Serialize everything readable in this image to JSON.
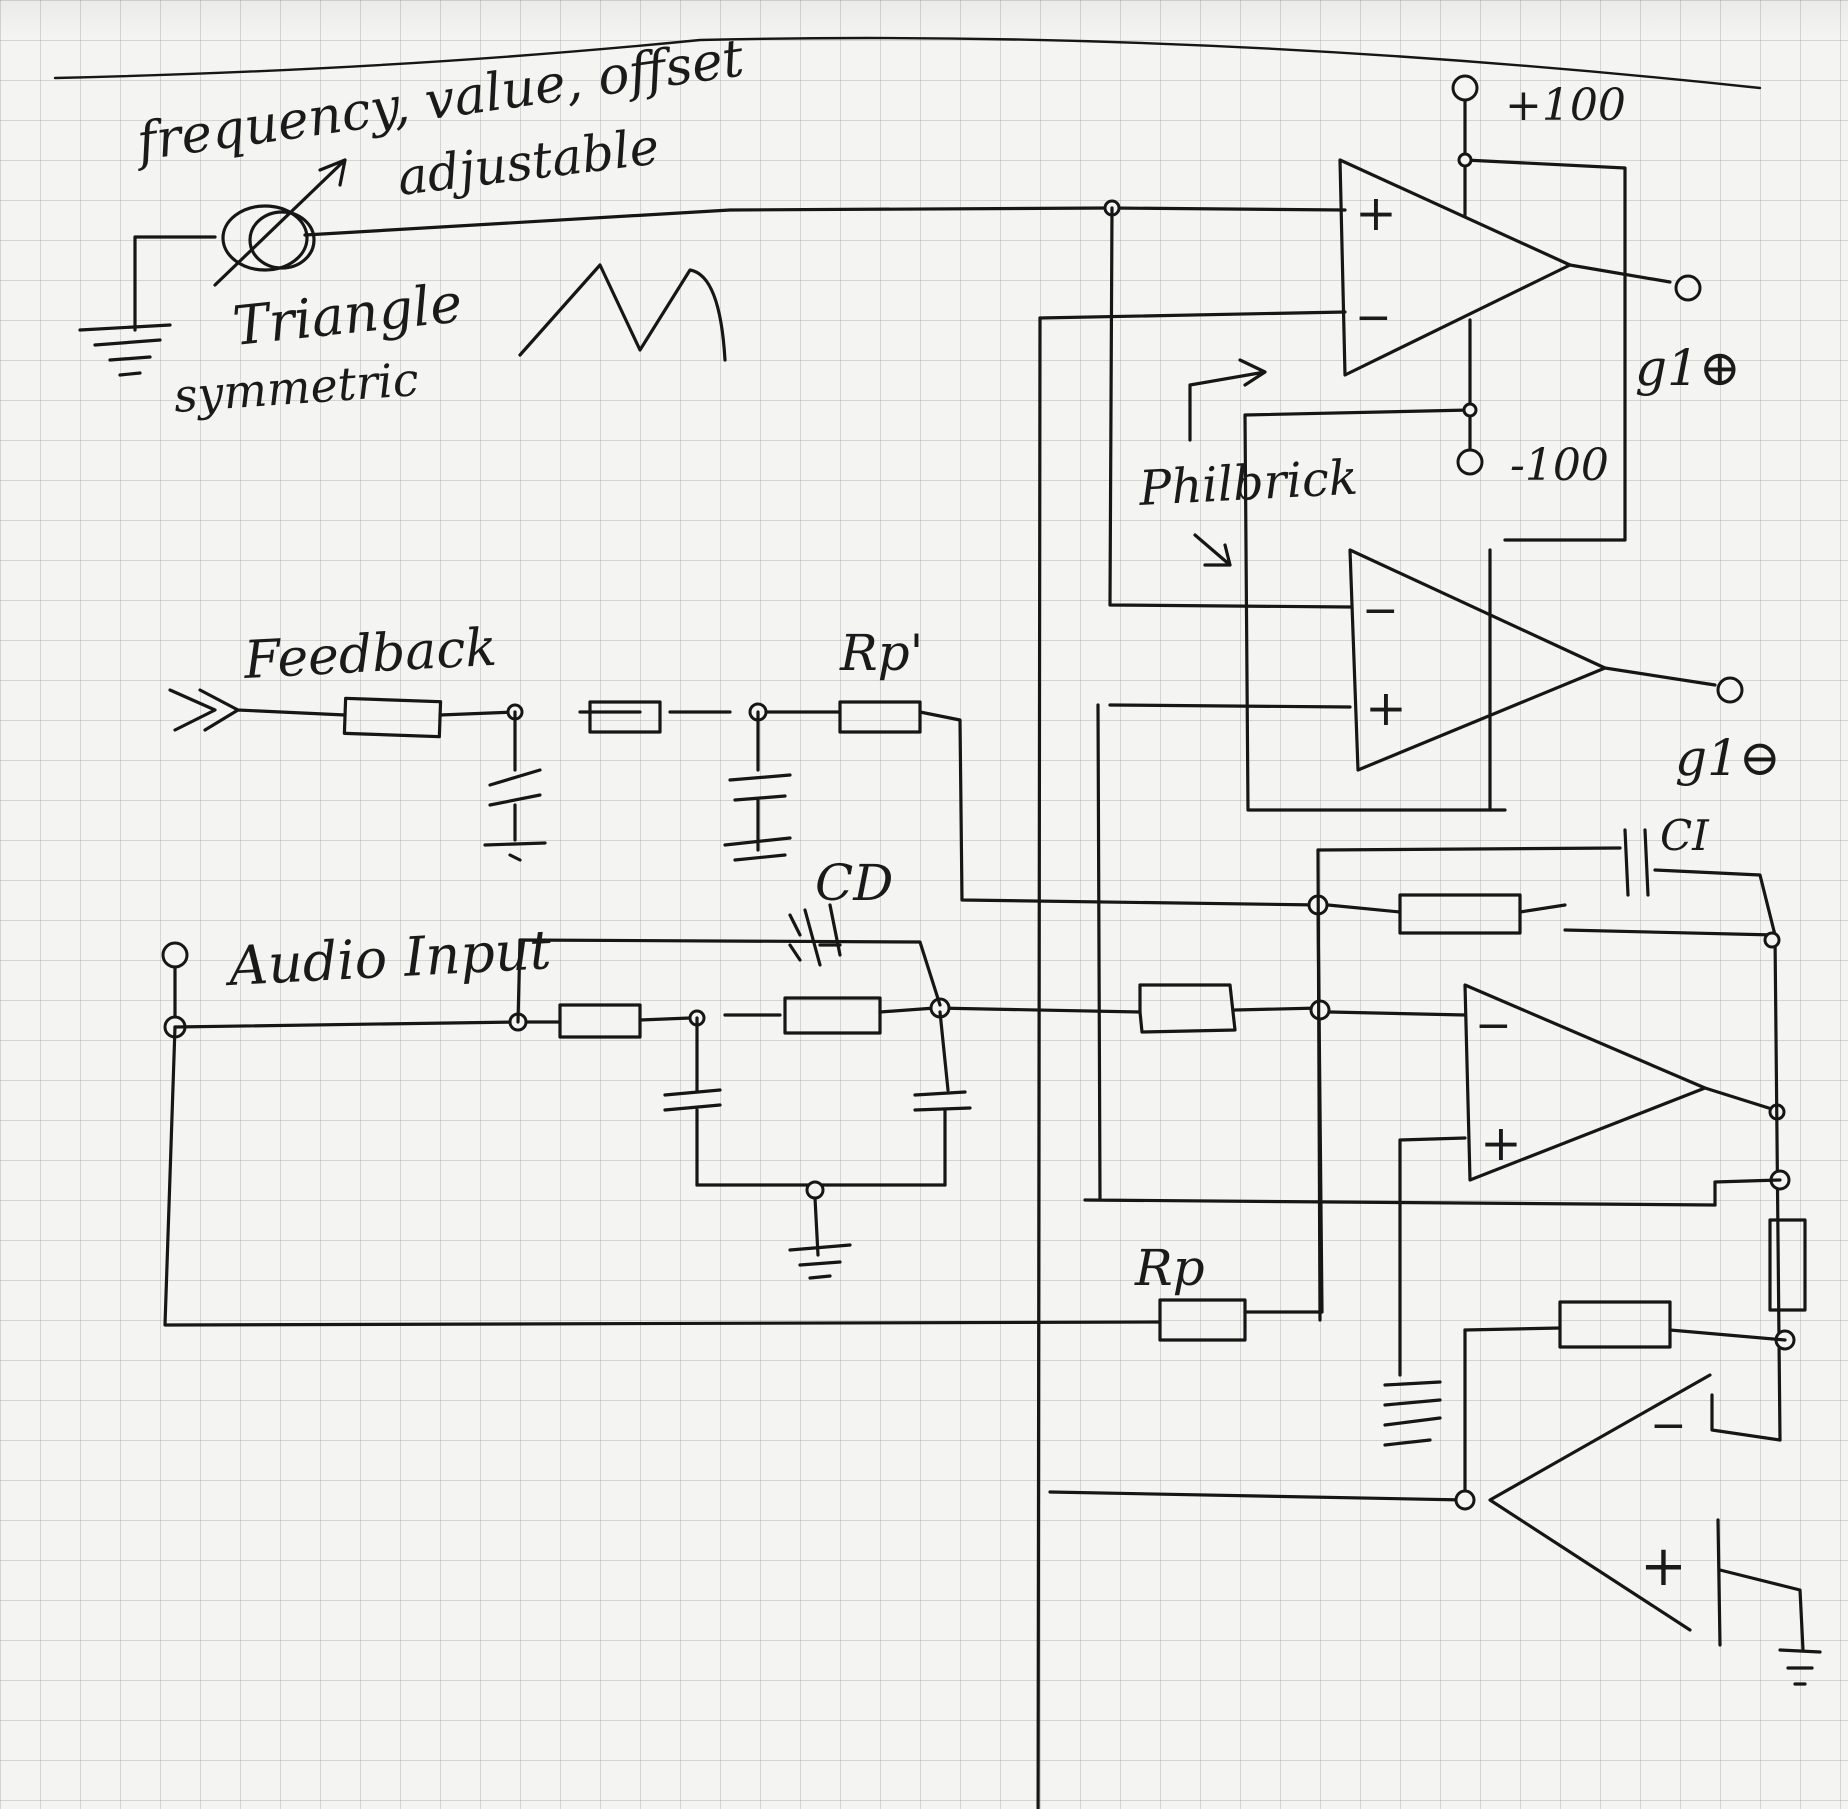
{
  "annotations": {
    "top_note_line1": "frequency, value, offset",
    "top_note_line2": "adjustable",
    "triangle_label": "Triangle",
    "symmetric_label": "symmetric",
    "supply_positive": "+100",
    "supply_negative": "-100",
    "output_plus": "g1⊕",
    "output_minus": "g1⊖",
    "philbrick_label": "Philbrick",
    "feedback_label": "Feedback",
    "audio_input_label": "Audio Input",
    "rp_prime_label": "Rp'",
    "cd_label": "CD",
    "ci_label": "CI",
    "rp_label": "Rp"
  },
  "opamp_signs": {
    "plus": "+",
    "minus": "−"
  },
  "colors": {
    "paper": "#f4f4f2",
    "grid": "#9a9a9a",
    "ink": "#161616"
  }
}
